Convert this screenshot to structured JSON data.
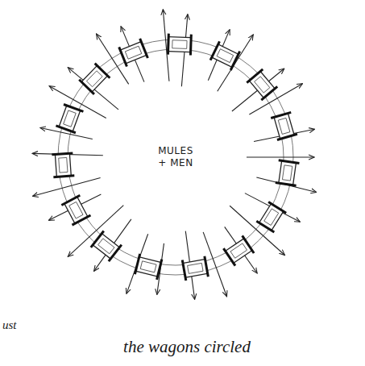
{
  "diagram": {
    "caption": "the wagons circled",
    "labels": [
      "MULES + MEN",
      "ust"
    ]
  }
}
